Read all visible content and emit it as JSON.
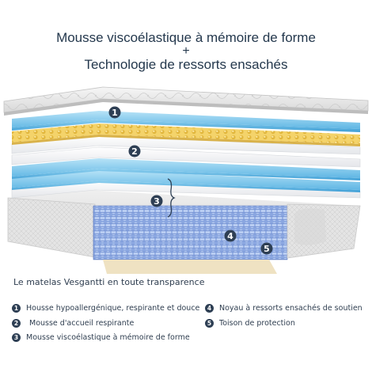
{
  "headline": {
    "line1": "Mousse viscoélastique à mémoire de forme",
    "line2": "+",
    "line3": "Technologie de ressorts ensachés"
  },
  "markers": [
    "1",
    "2",
    "3",
    "4",
    "5"
  ],
  "subtitle": "Le matelas Vesgantti en toute transparence",
  "legend": [
    {
      "num": "1",
      "text": "Housse hypoallergénique, respirante et douce"
    },
    {
      "num": "2",
      "text": "Mousse d'accueil respirante"
    },
    {
      "num": "3",
      "text": "Mousse viscoélastique à mémoire de forme"
    },
    {
      "num": "4",
      "text": "Noyau à ressorts ensachés de soutien"
    },
    {
      "num": "5",
      "text": "Toison de protection"
    }
  ],
  "colors": {
    "badge": "#2e3f54",
    "foam_blue": "#7cc6ea",
    "comfort_yellow": "#f1d567",
    "springs": "#6f8fd3",
    "fleece": "#efe2c2",
    "cover": "#e6e6e6"
  }
}
